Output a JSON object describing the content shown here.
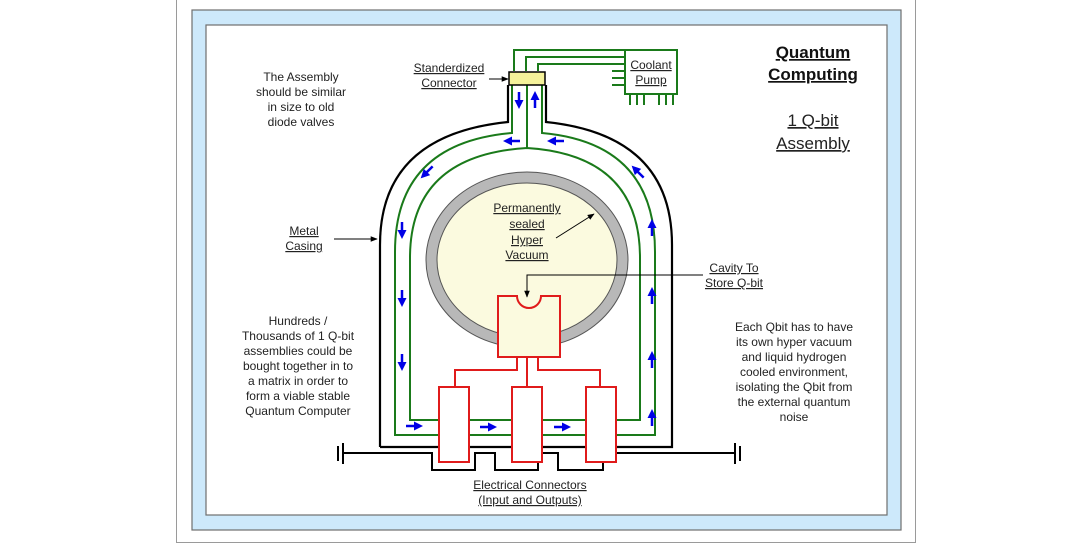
{
  "title": {
    "line1": "Quantum",
    "line2": "Computing"
  },
  "subtitle": {
    "line1": "1 Q-bit",
    "line2": "Assembly"
  },
  "colors": {
    "outer_band": "#cde9fb",
    "casing": "#000000",
    "coolant_pipe": "#1a7a1a",
    "flow_arrow": "#0000e6",
    "circuit": "#e01b1b",
    "vacuum_fill": "#fbfadf",
    "vacuum_shell": "#b8b8b8",
    "connector_fill": "#f5f29a"
  },
  "labels": {
    "standardized_connector": [
      "Standerdized",
      "Connector"
    ],
    "coolant_pump": [
      "Coolant",
      "Pump"
    ],
    "metal_casing": [
      "Metal",
      "Casing"
    ],
    "hyper_vacuum": [
      "Permanently",
      "sealed",
      "Hyper",
      "Vacuum"
    ],
    "cavity": [
      "Cavity To",
      "Store Q-bit"
    ],
    "electrical_connectors": [
      "Electrical Connectors",
      "(Input and Outputs)"
    ]
  },
  "notes": {
    "assembly_size": [
      "The Assembly",
      "should be similar",
      "in size to old",
      "diode valves"
    ],
    "matrix": [
      "Hundreds /",
      "Thousands of 1 Q-bit",
      "assemblies could be",
      "bought together in to",
      "a matrix in order to",
      "form a viable stable",
      "Quantum Computer"
    ],
    "qbit_environment": [
      "Each Qbit has to have",
      "its own hyper vacuum",
      "and liquid hydrogen",
      "cooled environment,",
      "isolating the Qbit from",
      "the external quantum",
      "noise"
    ]
  },
  "flow_arrows": [
    {
      "id": "down-left-pipe-1",
      "dir": "down"
    },
    {
      "id": "up-right-pipe-1",
      "dir": "up"
    },
    {
      "id": "top-left",
      "dir": "left"
    },
    {
      "id": "top-right",
      "dir": "left"
    },
    {
      "id": "diag-top-left",
      "dir": "down-left"
    },
    {
      "id": "diag-top-right",
      "dir": "up-left"
    },
    {
      "id": "left-1",
      "dir": "down"
    },
    {
      "id": "left-2",
      "dir": "down"
    },
    {
      "id": "left-3",
      "dir": "down"
    },
    {
      "id": "right-1",
      "dir": "up"
    },
    {
      "id": "right-2",
      "dir": "up"
    },
    {
      "id": "right-3",
      "dir": "up"
    },
    {
      "id": "bottom-1",
      "dir": "right"
    },
    {
      "id": "bottom-2",
      "dir": "right"
    },
    {
      "id": "bottom-3",
      "dir": "right"
    },
    {
      "id": "corner-right",
      "dir": "up"
    }
  ]
}
